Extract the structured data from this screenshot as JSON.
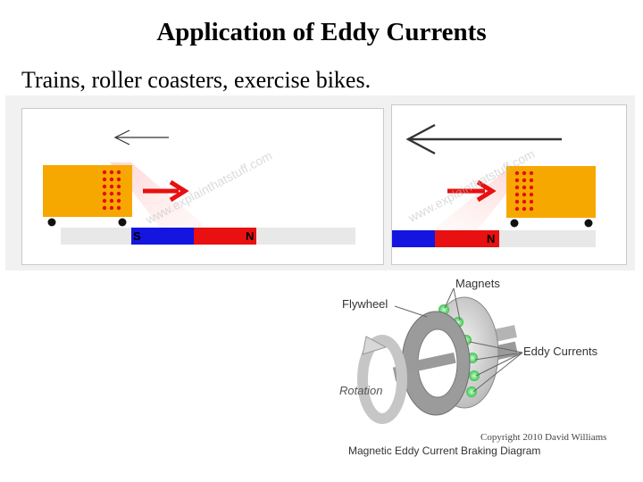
{
  "slide": {
    "title": "Application of Eddy Currents",
    "subtitle": "Trains, roller coasters, exercise bikes."
  },
  "train_panels": {
    "left": {
      "south_label": "S",
      "north_label": "N",
      "watermark": "www.explainthatstuff.com"
    },
    "right": {
      "north_label": "N",
      "watermark": "www.explainthatstuff.com"
    }
  },
  "brake_diagram": {
    "magnets_label": "Magnets",
    "flywheel_label": "Flywheel",
    "eddy_label": "Eddy Currents",
    "rotation_label": "Rotation",
    "copyright": "Copyright 2010 David Williams",
    "caption": "Magnetic Eddy Current Braking Diagram"
  },
  "colors": {
    "car": "#f7a800",
    "magnet_south": "#1515e0",
    "magnet_north": "#e81010",
    "arrow_red": "#e81010",
    "track": "#e8e8e8",
    "glow": "#7fe08a"
  }
}
